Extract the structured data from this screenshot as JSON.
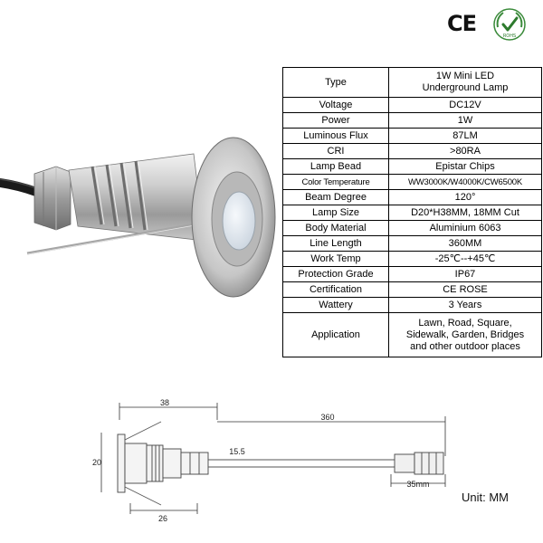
{
  "certifications": {
    "ce_label": "CE",
    "rohs_label": "ROHS"
  },
  "specs": [
    {
      "key": "Type",
      "value_lines": [
        "1W Mini LED",
        "Underground Lamp"
      ]
    },
    {
      "key": "Voltage",
      "value_lines": [
        "DC12V"
      ]
    },
    {
      "key": "Power",
      "value_lines": [
        "1W"
      ]
    },
    {
      "key": "Luminous Flux",
      "value_lines": [
        "87LM"
      ]
    },
    {
      "key": "CRI",
      "value_lines": [
        ">80RA"
      ]
    },
    {
      "key": "Lamp Bead",
      "value_lines": [
        "Epistar Chips"
      ]
    },
    {
      "key": "Color Temperature",
      "value_lines": [
        "WW3000K/W4000K/CW6500K"
      ]
    },
    {
      "key": "Beam Degree",
      "value_lines": [
        "120°"
      ]
    },
    {
      "key": "Lamp Size",
      "value_lines": [
        "D20*H38MM, 18MM Cut"
      ]
    },
    {
      "key": "Body Material",
      "value_lines": [
        "Aluminium 6063"
      ]
    },
    {
      "key": "Line Length",
      "value_lines": [
        "360MM"
      ]
    },
    {
      "key": "Work Temp",
      "value_lines": [
        "-25℃--+45℃"
      ]
    },
    {
      "key": "Protection Grade",
      "value_lines": [
        "IP67"
      ]
    },
    {
      "key": "Certification",
      "value_lines": [
        "CE ROSE"
      ]
    },
    {
      "key": "Wattery",
      "value_lines": [
        "3 Years"
      ]
    },
    {
      "key": "Application",
      "value_lines": [
        "Lawn, Road, Square,",
        "Sidewalk, Garden, Bridges",
        "and other outdoor places"
      ]
    }
  ],
  "drawing": {
    "dim_length": "38",
    "dim_line": "360",
    "dim_height": "20",
    "dim_body": "15.5",
    "dim_base": "26",
    "dim_connector": "35mm",
    "unit_label": "Unit: MM"
  },
  "colors": {
    "metal_light": "#e4e4e4",
    "metal_dark": "#8a8a8a",
    "cable": "#1a1a1a",
    "lens": "#dfe6ee"
  }
}
